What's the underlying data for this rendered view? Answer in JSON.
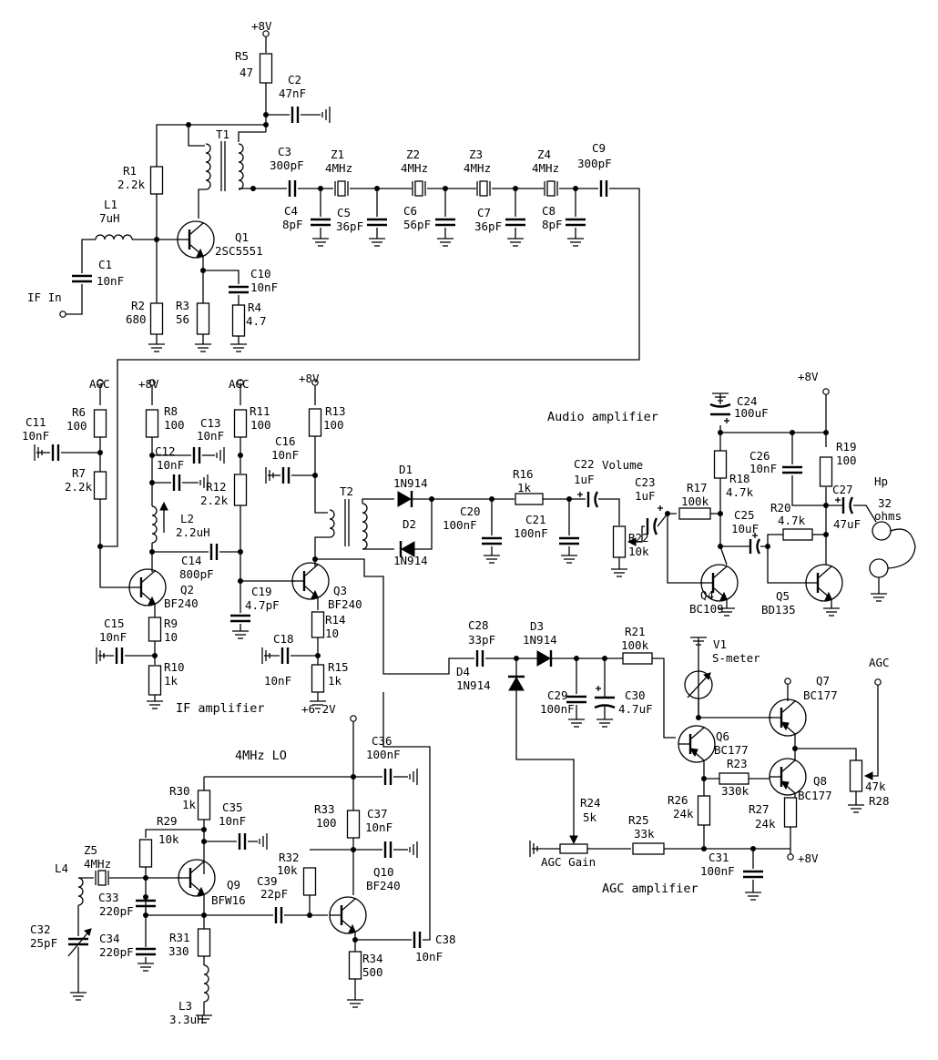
{
  "labels": {
    "v8_top": "+8V",
    "r5": "R5",
    "r5v": "47",
    "c2": "C2",
    "c2v": "47nF",
    "t1": "T1",
    "r1": "R1",
    "r1v": "2.2k",
    "l1": "L1",
    "l1v": "7uH",
    "c1": "C1",
    "c1v": "10nF",
    "if_in": "IF In",
    "r2": "R2",
    "r2v": "680",
    "r3": "R3",
    "r3v": "56",
    "r4": "R4",
    "r4v": "4.7",
    "c10": "C10",
    "c10v": "10nF",
    "q1": "Q1",
    "q1v": "2SC5551",
    "c3": "C3",
    "c3v": "300pF",
    "z1": "Z1",
    "z1v": "4MHz",
    "z2": "Z2",
    "z2v": "4MHz",
    "z3": "Z3",
    "z3v": "4MHz",
    "z4": "Z4",
    "z4v": "4MHz",
    "c9": "C9",
    "c9v": "300pF",
    "c4": "C4",
    "c4v": "8pF",
    "c5": "C5",
    "c5v": "36pF",
    "c6": "C6",
    "c6v": "56pF",
    "c7": "C7",
    "c7v": "36pF",
    "c8": "C8",
    "c8v": "8pF",
    "agc1": "AGC",
    "r6": "R6",
    "r6v": "100",
    "c11": "C11",
    "c11v": "10nF",
    "r7": "R7",
    "r7v": "2.2k",
    "v8_r8": "+8V",
    "r8": "R8",
    "r8v": "100",
    "c12": "C12",
    "c12v": "10nF",
    "c13": "C13",
    "c13v": "10nF",
    "agc2": "AGC",
    "r11": "R11",
    "r11v": "100",
    "r12": "R12",
    "r12v": "2.2k",
    "l2": "L2",
    "l2v": "2.2uH",
    "c14": "C14",
    "c14v": "800pF",
    "q2": "Q2",
    "q2v": "BF240",
    "c15": "C15",
    "c15v": "10nF",
    "r9": "R9",
    "r9v": "10",
    "r10": "R10",
    "r10v": "1k",
    "if_amp": "IF amplifier",
    "c19": "C19",
    "c19v": "4.7pF",
    "v8_r13": "+8V",
    "r13": "R13",
    "r13v": "100",
    "c16": "C16",
    "c16v": "10nF",
    "t2": "T2",
    "q3": "Q3",
    "q3v": "BF240",
    "r14": "R14",
    "r14v": "10",
    "c18": "C18",
    "c18v": "10nF",
    "r15": "R15",
    "r15v": "1k",
    "d1": "D1",
    "d1v": "1N914",
    "d2": "D2",
    "d2v": "1N914",
    "c20": "C20",
    "c20v": "100nF",
    "r16": "R16",
    "r16v": "1k",
    "c21": "C21",
    "c21v": "100nF",
    "c22": "C22",
    "c22v": "1uF",
    "volume": "Volume",
    "r22": "R22",
    "r22v": "10k",
    "c23": "C23",
    "c23v": "1uF",
    "audio_amp": "Audio amplifier",
    "c24": "C24",
    "c24v": "100uF",
    "r17": "R17",
    "r17v": "100k",
    "r18": "R18",
    "r18v": "4.7k",
    "q4": "Q4",
    "q4v": "BC109",
    "c25": "C25",
    "c25v": "10uF",
    "c26": "C26",
    "c26v": "10nF",
    "v8_r19": "+8V",
    "r19": "R19",
    "r19v": "100",
    "r20": "R20",
    "r20v": "4.7k",
    "c27": "C27",
    "c27v": "47uF",
    "hp": "Hp",
    "hp_ohm1": "32",
    "hp_ohm2": "ohms",
    "q5": "Q5",
    "q5v": "BD135",
    "c28": "C28",
    "c28v": "33pF",
    "d3": "D3",
    "d3v": "1N914",
    "d4": "D4",
    "d4v": "1N914",
    "r21": "R21",
    "r21v": "100k",
    "c29": "C29",
    "c29v": "100nF",
    "c30": "C30",
    "c30v": "4.7uF",
    "v1": "V1",
    "smeter": "S-meter",
    "q6": "Q6",
    "q6v": "BC177",
    "q7": "Q7",
    "q7v": "BC177",
    "q8": "Q8",
    "q8v": "BC177",
    "r23": "R23",
    "r23v": "330k",
    "agc3": "AGC",
    "r28v": "47k",
    "r28": "R28",
    "r26": "R26",
    "r26v": "24k",
    "r27": "R27",
    "r27v": "24k",
    "r24": "R24",
    "r24v": "5k",
    "r25": "R25",
    "r25v": "33k",
    "agc_gain": "AGC Gain",
    "c31": "C31",
    "c31v": "100nF",
    "v8_agc": "+8V",
    "agc_amp": "AGC amplifier",
    "v62": "+6.2V",
    "c36": "C36",
    "c36v": "100nF",
    "lo": "4MHz LO",
    "r30": "R30",
    "r30v": "1k",
    "c35": "C35",
    "c35v": "10nF",
    "r29": "R29",
    "r29v": "10k",
    "r33": "R33",
    "r33v": "100",
    "c37": "C37",
    "c37v": "10nF",
    "z5": "Z5",
    "z5v": "4MHz",
    "l4": "L4",
    "q9": "Q9",
    "q9v": "BFW16",
    "r32": "R32",
    "r32v": "10k",
    "c39": "C39",
    "c39v": "22pF",
    "q10": "Q10",
    "q10v": "BF240",
    "c33": "C33",
    "c33v": "220pF",
    "c32": "C32",
    "c32v": "25pF",
    "c34": "C34",
    "c34v": "220pF",
    "r31": "R31",
    "r31v": "330",
    "c38": "C38",
    "c38v": "10nF",
    "r34": "R34",
    "r34v": "500",
    "l3": "L3",
    "l3v": "3.3uH"
  }
}
